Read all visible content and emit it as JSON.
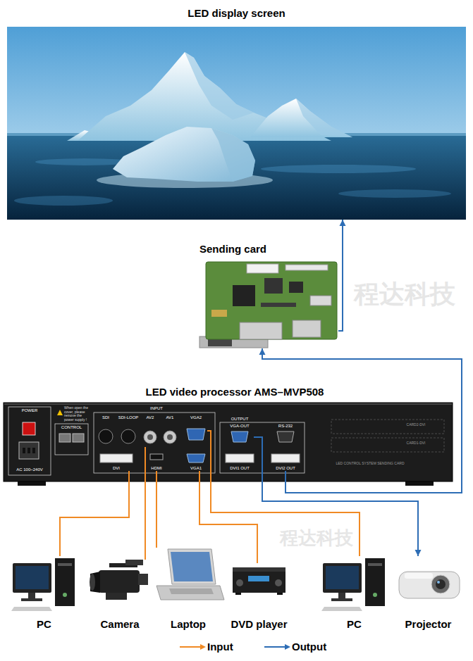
{
  "diagram": {
    "nodes": [
      {
        "text": [
          "LED display screen"
        ]
      },
      {
        "text": [
          "Sending card"
        ]
      },
      {
        "text": [
          "LED video processor AMS–MVP508"
        ]
      },
      {
        "text": [
          "SDI"
        ],
        "in": 2
      },
      {
        "text": [
          "SDI-LOOP"
        ],
        "in": 2
      },
      {
        "text": [
          "AV2"
        ],
        "in": 2
      },
      {
        "text": [
          "AV1"
        ],
        "in": 2
      },
      {
        "text": [
          "VGA2"
        ],
        "in": 2
      },
      {
        "text": [
          "DVI"
        ],
        "in": 2
      },
      {
        "text": [
          "HDMI"
        ],
        "in": 2
      },
      {
        "text": [
          "VGA1"
        ],
        "in": 2
      },
      {
        "text": [
          "VGA-OUT"
        ],
        "in": 2
      },
      {
        "text": [
          "RS-232"
        ],
        "in": 2
      },
      {
        "text": [
          "DVI1 OUT"
        ],
        "in": 2
      },
      {
        "text": [
          "DVI2 OUT"
        ],
        "in": 2
      },
      {
        "text": [
          "PC"
        ]
      },
      {
        "text": [
          "Camera"
        ]
      },
      {
        "text": [
          "Laptop"
        ]
      },
      {
        "text": [
          "DVD player"
        ]
      },
      {
        "text": [
          "PC"
        ]
      },
      {
        "text": [
          "Projector"
        ]
      }
    ],
    "edges": [
      {
        "from": 15,
        "to": 8,
        "arrow": "none"
      },
      {
        "from": 16,
        "to": 5,
        "arrow": "none"
      },
      {
        "from": 17,
        "to": 9,
        "arrow": "none"
      },
      {
        "from": 18,
        "to": 10,
        "arrow": "none"
      },
      {
        "from": 19,
        "to": 7,
        "arrow": "none"
      },
      {
        "from": 11,
        "to": 20,
        "arrow": "to"
      },
      {
        "from": 14,
        "to": 1,
        "arrow": "to"
      },
      {
        "from": 1,
        "to": 0,
        "arrow": "to"
      }
    ],
    "labels": [
      "POWER",
      "When open the cover, please remove the power supply !",
      "CONTROL",
      "INPUT",
      "OUTPUT",
      "AC 100~240V",
      "CARD2-DVI",
      "CARD1-DVI",
      "LED CONTROL SYSTEM SENDING CARD",
      "程达科技",
      "程达科技"
    ],
    "legend": [
      {
        "text": "Input"
      },
      {
        "text": "Output"
      }
    ]
  }
}
